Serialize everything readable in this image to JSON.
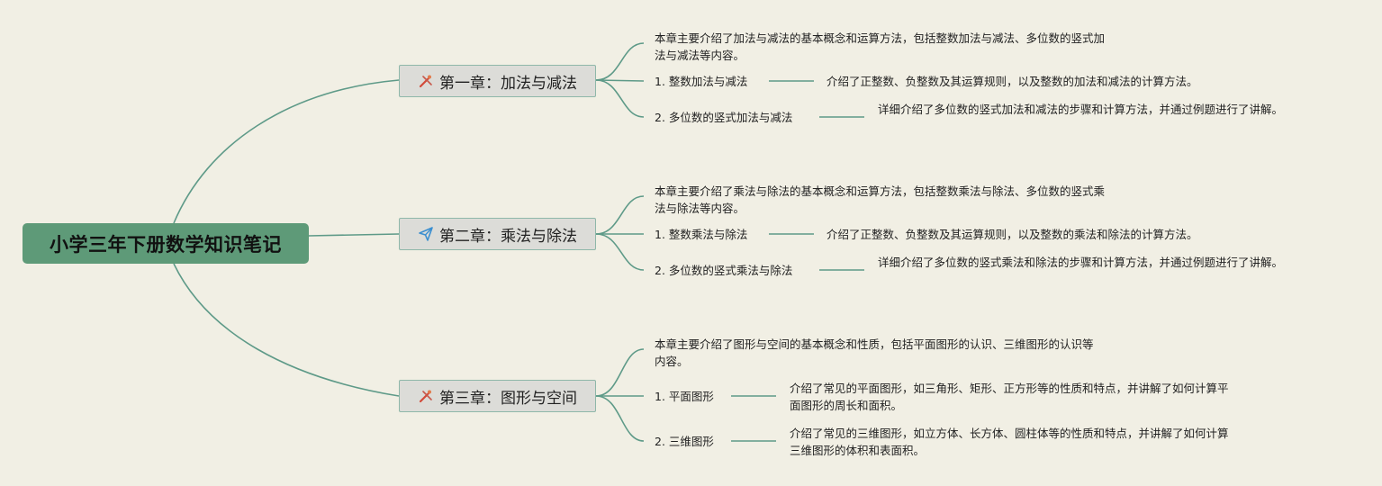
{
  "root": {
    "title": "小学三年下册数学知识笔记"
  },
  "chapters": [
    {
      "title": "第一章：加法与减法",
      "icon": "tools-icon",
      "summary": "本章主要介绍了加法与减法的基本概念和运算方法，包括整数加法与减法、多位数的竖式加法与减法等内容。",
      "items": [
        {
          "label": "1. 整数加法与减法",
          "desc": "介绍了正整数、负整数及其运算规则，以及整数的加法和减法的计算方法。"
        },
        {
          "label": "2. 多位数的竖式加法与减法",
          "desc": "详细介绍了多位数的竖式加法和减法的步骤和计算方法，并通过例题进行了讲解。"
        }
      ]
    },
    {
      "title": "第二章：乘法与除法",
      "icon": "paper-plane-icon",
      "summary": "本章主要介绍了乘法与除法的基本概念和运算方法，包括整数乘法与除法、多位数的竖式乘法与除法等内容。",
      "items": [
        {
          "label": "1. 整数乘法与除法",
          "desc": "介绍了正整数、负整数及其运算规则，以及整数的乘法和除法的计算方法。"
        },
        {
          "label": "2. 多位数的竖式乘法与除法",
          "desc": "详细介绍了多位数的竖式乘法和除法的步骤和计算方法，并通过例题进行了讲解。"
        }
      ]
    },
    {
      "title": "第三章：图形与空间",
      "icon": "tools-icon",
      "summary": "本章主要介绍了图形与空间的基本概念和性质，包括平面图形的认识、三维图形的认识等内容。",
      "items": [
        {
          "label": "1. 平面图形",
          "desc": "介绍了常见的平面图形，如三角形、矩形、正方形等的性质和特点，并讲解了如何计算平面图形的周长和面积。"
        },
        {
          "label": "2. 三维图形",
          "desc": "介绍了常见的三维图形，如立方体、长方体、圆柱体等的性质和特点，并讲解了如何计算三维图形的体积和表面积。"
        }
      ]
    }
  ],
  "colors": {
    "root_bg": "#5e9a78",
    "link": "#5e9a88",
    "background": "#f1efe4"
  }
}
